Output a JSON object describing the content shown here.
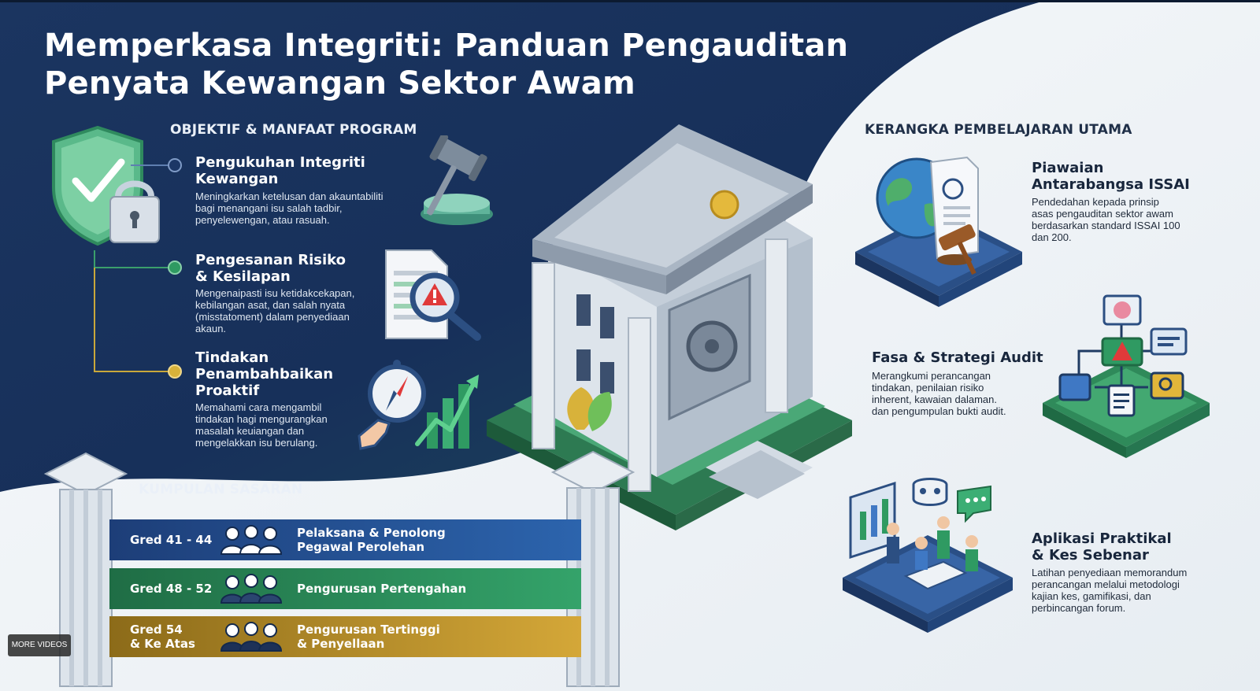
{
  "title": {
    "line1": "Memperkasa Integriti: Panduan Pengauditan",
    "line2": "Penyata Kewangan Sektor Awam"
  },
  "objectives": {
    "heading": "OBJEKTIF & MANFAAT PROGRAM",
    "items": [
      {
        "title_lines": [
          "Pengukuhan Integriti",
          "Kewangan"
        ],
        "desc_lines": [
          "Meningkarkan ketelusan dan akauntabiliti",
          "bagi menangani isu salah tadbir,",
          "penyelewengan, atau rasuah."
        ],
        "icon": "gavel-icon"
      },
      {
        "title_lines": [
          "Pengesanan Risiko",
          "& Kesilapan"
        ],
        "desc_lines": [
          "Mengenaipasti isu ketidakcekapan,",
          "kebilangan asat, dan salah nyata",
          "(misstatoment) dalam penyediaan",
          "akaun."
        ],
        "icon": "document-magnifier-warning-icon"
      },
      {
        "title_lines": [
          "Tindakan",
          "Penambahbaikan",
          "Proaktif"
        ],
        "desc_lines": [
          "Memahami cara mengambil",
          "tindakan hagi mengurangkan",
          "masalah keuiangan dan",
          "mengelakkan isu berulang."
        ],
        "icon": "compass-growth-chart-icon"
      }
    ]
  },
  "target": {
    "heading": "KUMPULAN SASARAN",
    "bands": [
      {
        "grade_lines": [
          "Gred 41 - 44"
        ],
        "group_lines": [
          "Pelaksana & Penolong",
          "Pegawal Perolehan"
        ],
        "color": "#2a5ea6"
      },
      {
        "grade_lines": [
          "Gred 48 - 52"
        ],
        "group_lines": [
          "Pengurusan Pertengahan"
        ],
        "color": "#2f9a62"
      },
      {
        "grade_lines": [
          "Gred 54",
          "& Ke Atas"
        ],
        "group_lines": [
          "Pengurusan Tertinggi",
          "& Penyellaan"
        ],
        "color": "#c99c30"
      }
    ]
  },
  "framework": {
    "heading": "KERANGKA PEMBELAJARAN UTAMA",
    "items": [
      {
        "title_lines": [
          "Piawaian",
          "Antarabangsa ISSAI"
        ],
        "desc_lines": [
          "Pendedahan kepada prinsip",
          "asas pengauditan sektor awam",
          "berdasarkan standard ISSAI 100",
          "dan 200."
        ],
        "icon": "globe-document-gavel-icon"
      },
      {
        "title_lines": [
          "Fasa & Strategi Audit"
        ],
        "desc_lines": [
          "Merangkumi perancangan",
          "tindakan, penilaian risiko",
          "inherent, kawaian dalaman.",
          "dan pengumpulan bukti audit."
        ],
        "icon": "audit-flowchart-icon"
      },
      {
        "title_lines": [
          "Aplikasi Praktikal",
          "& Kes Sebenar"
        ],
        "desc_lines": [
          "Latihan penyediaan memorandum",
          "perancangan melalui metodologi",
          "kajian kes, gamifikasi, dan",
          "perbincangan forum."
        ],
        "icon": "team-collaboration-icon"
      }
    ]
  },
  "overlay": {
    "more_videos": "MORE VIDEOS"
  },
  "colors": {
    "navy": "#14294d",
    "accent_green": "#2f9a62",
    "accent_gold": "#d8b23a",
    "accent_blue": "#2a5ea6"
  }
}
